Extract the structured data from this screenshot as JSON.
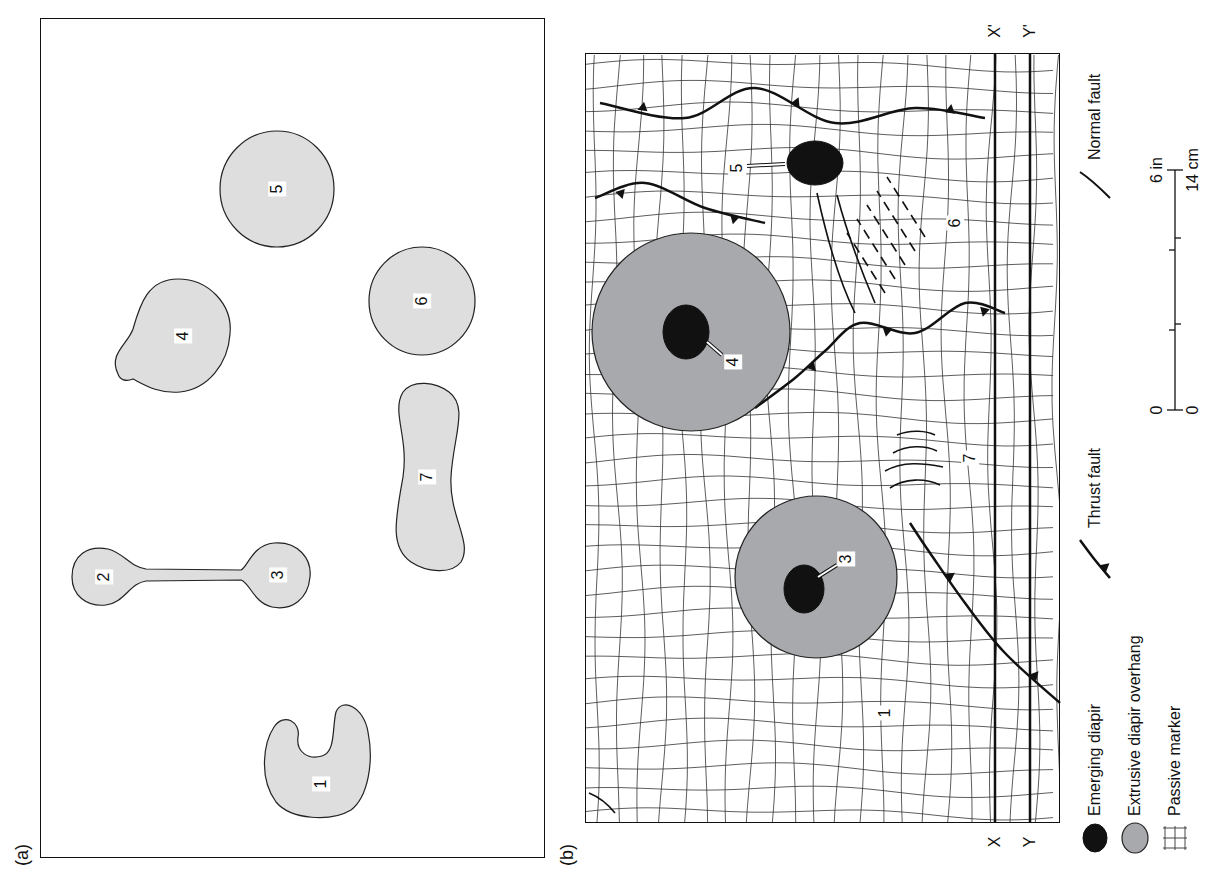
{
  "diagram": {
    "nodes": [
      {
        "text": [
          "(a)"
        ]
      },
      {
        "text": [
          "1"
        ],
        "in": 0
      },
      {
        "text": [
          "2",
          "3"
        ],
        "in": 0
      },
      {
        "text": [
          "4"
        ],
        "in": 0
      },
      {
        "text": [
          "5"
        ],
        "in": 0
      },
      {
        "text": [
          "6"
        ],
        "in": 0
      },
      {
        "text": [
          "7"
        ],
        "in": 0
      },
      {
        "text": [
          "(b)"
        ]
      },
      {
        "text": [
          "3"
        ],
        "in": 7
      },
      {
        "text": [
          "4"
        ],
        "in": 7
      }
    ],
    "labels": [
      "1",
      "5",
      "6",
      "7",
      "X",
      "X'",
      "Y",
      "Y'",
      "0",
      "6 in",
      "0",
      "14 cm"
    ],
    "legend": [
      {
        "text": "Emerging diapir",
        "color": "#111111"
      },
      {
        "text": "Extrusive diapir overhang",
        "color": "#a7a9ac"
      },
      {
        "text": "Passive marker"
      },
      {
        "text": "Thrust fault"
      },
      {
        "text": "Normal fault"
      }
    ]
  }
}
